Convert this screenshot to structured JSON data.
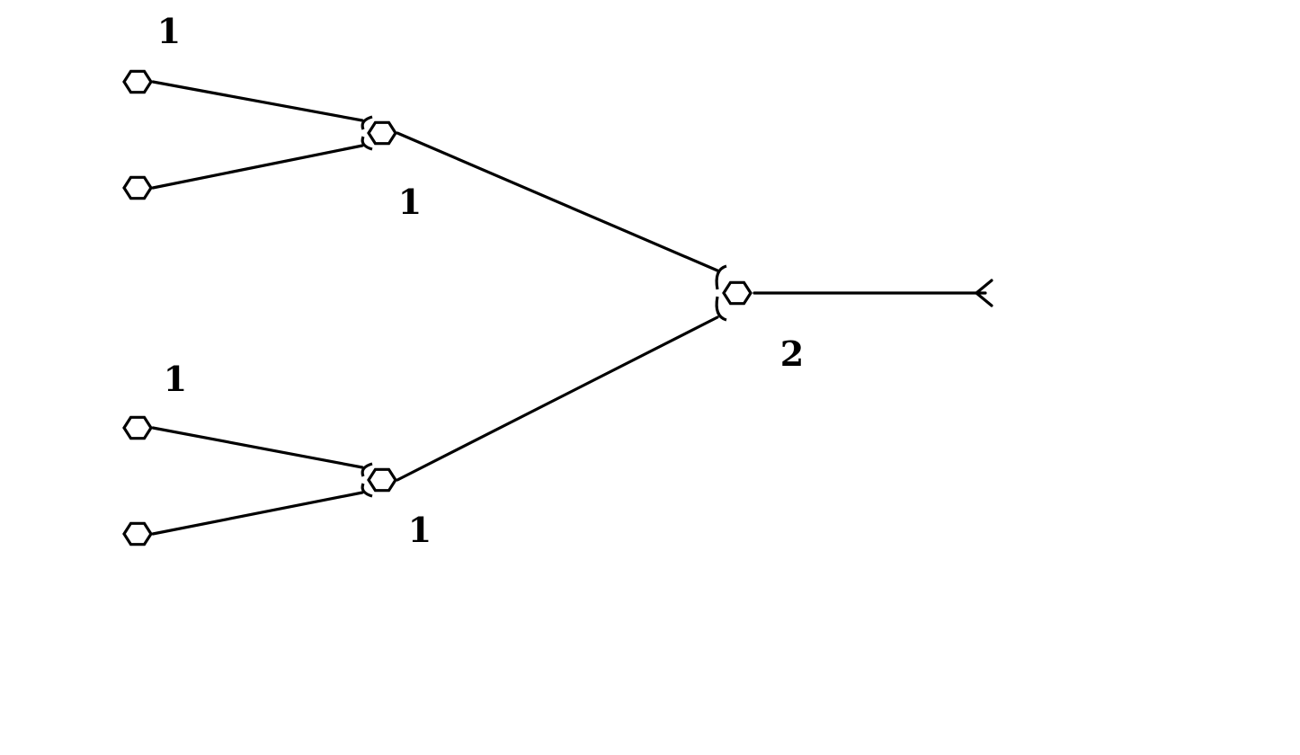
{
  "diagram": {
    "colors": {
      "stroke": "#000000",
      "background": "#ffffff"
    },
    "nodes": [
      {
        "id": "leaf-1",
        "label": "1",
        "kind": "hexagon"
      },
      {
        "id": "leaf-2",
        "label": "",
        "kind": "hexagon"
      },
      {
        "id": "join-upper",
        "label": "1",
        "kind": "hexagon-bracket"
      },
      {
        "id": "leaf-3",
        "label": "1",
        "kind": "hexagon"
      },
      {
        "id": "leaf-4",
        "label": "",
        "kind": "hexagon"
      },
      {
        "id": "join-lower",
        "label": "1",
        "kind": "hexagon-bracket"
      },
      {
        "id": "root",
        "label": "2",
        "kind": "hexagon-bracket"
      }
    ],
    "edges": [
      {
        "from": "leaf-1",
        "to": "join-upper"
      },
      {
        "from": "leaf-2",
        "to": "join-upper"
      },
      {
        "from": "leaf-3",
        "to": "join-lower"
      },
      {
        "from": "leaf-4",
        "to": "join-lower"
      },
      {
        "from": "join-upper",
        "to": "root"
      },
      {
        "from": "join-lower",
        "to": "root"
      },
      {
        "from": "root",
        "to": "output"
      }
    ],
    "output": {
      "icon": "open-arrowhead-icon"
    }
  }
}
